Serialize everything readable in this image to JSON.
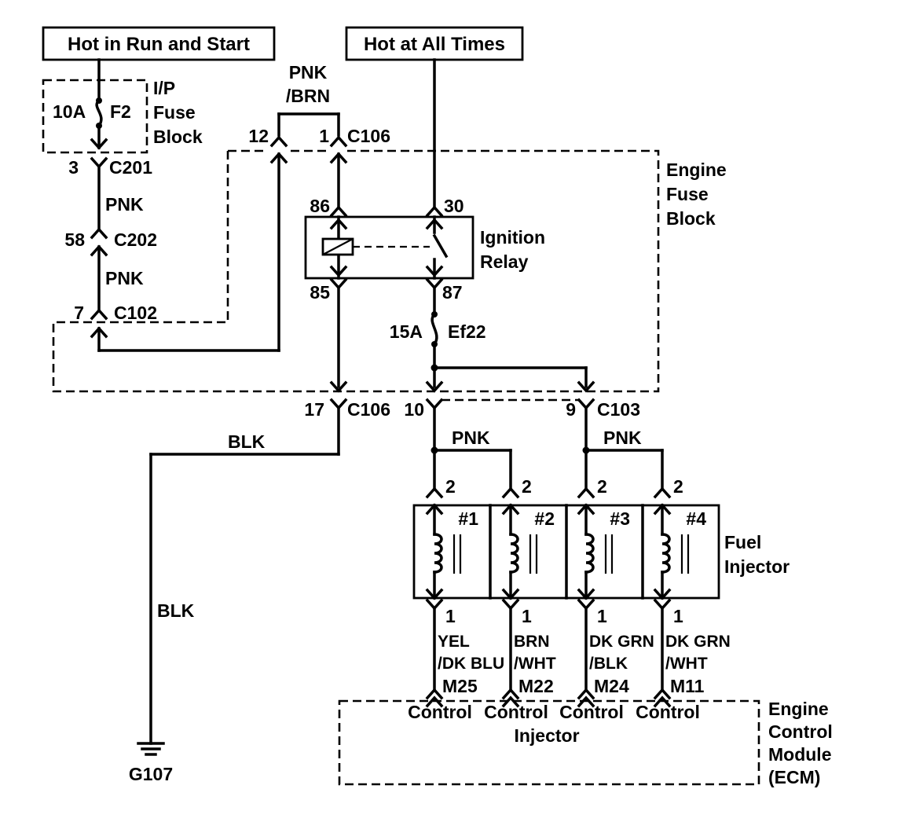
{
  "sources": {
    "run_start": "Hot in Run and Start",
    "all_times": "Hot at All Times"
  },
  "ip_fuse_block": {
    "lines": [
      "I/P",
      "Fuse",
      "Block"
    ],
    "fuse_rating": "10A",
    "fuse_name": "F2"
  },
  "engine_fuse_block": {
    "lines": [
      "Engine",
      "Fuse",
      "Block"
    ],
    "relay_lines": [
      "Ignition",
      "Relay"
    ],
    "relay_pins": [
      "86",
      "30",
      "85",
      "87"
    ],
    "fuse_rating": "15A",
    "fuse_name": "Ef22"
  },
  "connectors": {
    "c201": {
      "pin": "3",
      "name": "C201"
    },
    "c202": {
      "pin": "58",
      "name": "C202"
    },
    "c102": {
      "pin": "7",
      "name": "C102"
    },
    "c106_top": {
      "pin_a": "12",
      "pin_b": "1",
      "name": "C106"
    },
    "c106_bottom": {
      "pin_a": "17",
      "name": "C106",
      "pin_b": "10"
    },
    "c103": {
      "pin": "9",
      "name": "C103"
    }
  },
  "wires": {
    "pnk": "PNK",
    "pnk_brn": [
      "PNK",
      "/BRN"
    ],
    "blk": "BLK"
  },
  "injector": {
    "lines": [
      "Fuel",
      "Injector"
    ],
    "pin_top": "2",
    "pin_bottom": "1",
    "units": [
      {
        "num": "#1",
        "wire": [
          "YEL",
          "/DK BLU"
        ],
        "ecm_pin": "M25"
      },
      {
        "num": "#2",
        "wire": [
          "BRN",
          "/WHT"
        ],
        "ecm_pin": "M22"
      },
      {
        "num": "#3",
        "wire": [
          "DK GRN",
          "/BLK"
        ],
        "ecm_pin": "M24"
      },
      {
        "num": "#4",
        "wire": [
          "DK GRN",
          "/WHT"
        ],
        "ecm_pin": "M11"
      }
    ]
  },
  "ecm": {
    "lines": [
      "Engine",
      "Control",
      "Module",
      "(ECM)"
    ],
    "control_label": "Control",
    "injector_label": "Injector"
  },
  "ground": {
    "name": "G107"
  }
}
